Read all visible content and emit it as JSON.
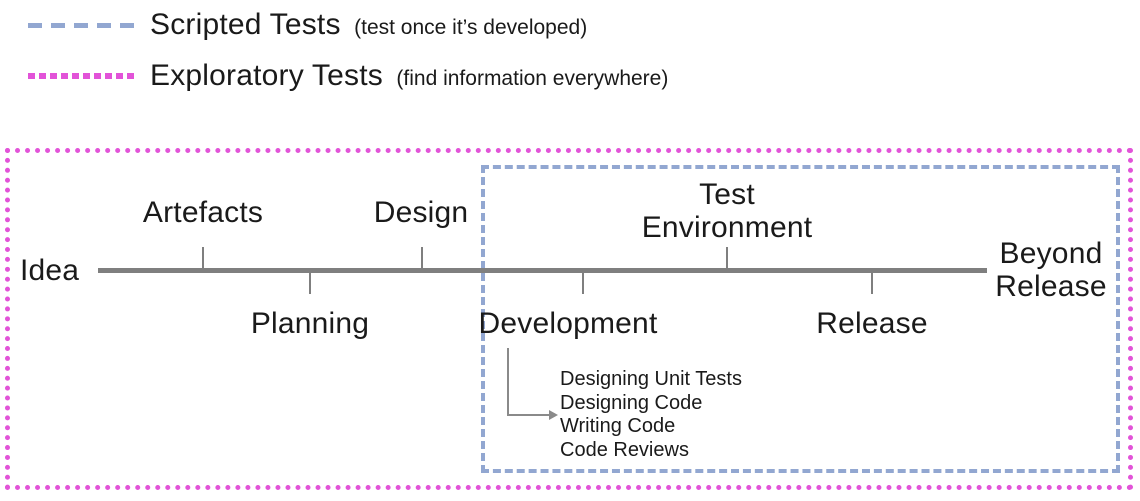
{
  "legend": {
    "scripted": {
      "label": "Scripted Tests",
      "note": "(test once it’s developed)"
    },
    "exploratory": {
      "label": "Exploratory Tests",
      "note": "(find information everywhere)"
    }
  },
  "colors": {
    "scripted_blue": "#92a7d1",
    "exploratory_magenta": "#e253d8",
    "timeline_gray": "#7f7f7f",
    "text": "#1a1a1a"
  },
  "timeline": {
    "start": {
      "label": "Idea"
    },
    "end": {
      "line1": "Beyond",
      "line2": "Release"
    },
    "above": [
      {
        "label": "Artefacts"
      },
      {
        "label": "Design"
      },
      {
        "line1": "Test",
        "line2": "Environment"
      }
    ],
    "below": [
      {
        "label": "Planning"
      },
      {
        "label": "Development"
      },
      {
        "label": "Release"
      }
    ]
  },
  "development_breakdown": {
    "items": [
      "Designing Unit Tests",
      "Designing Code",
      "Writing Code",
      "Code Reviews"
    ]
  }
}
